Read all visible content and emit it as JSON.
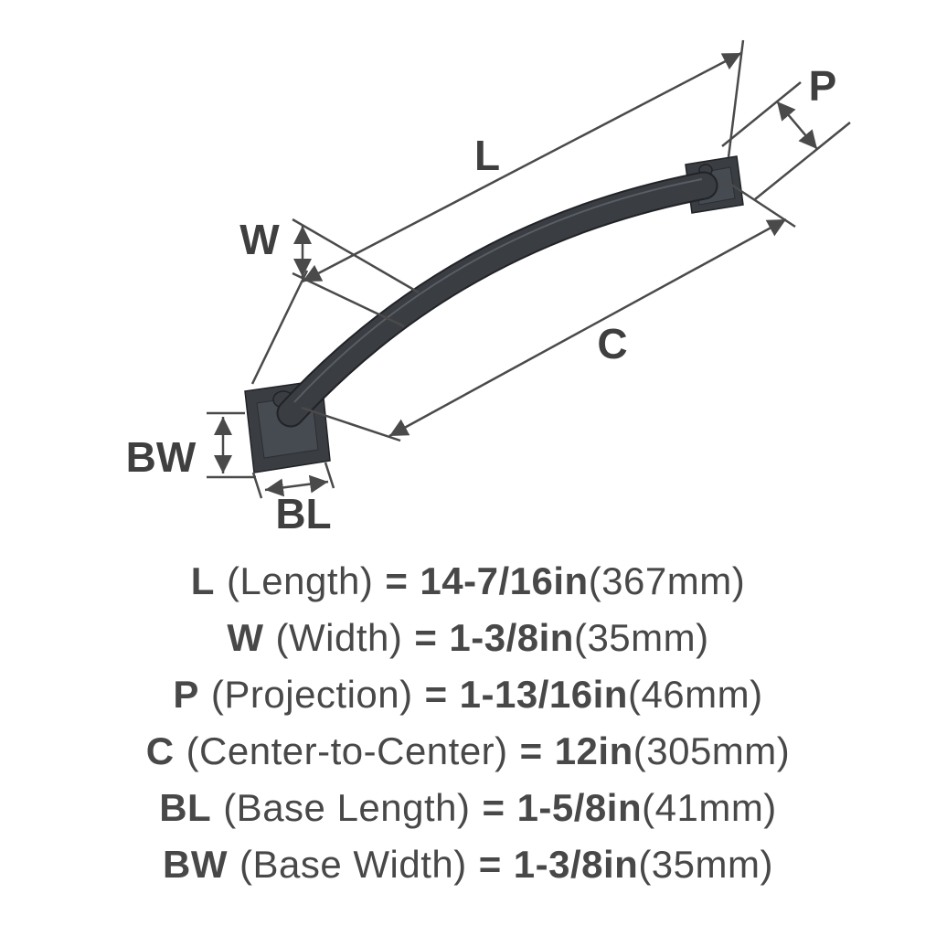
{
  "diagram": {
    "labels": {
      "length": "L",
      "projection": "P",
      "width": "W",
      "center_to_center": "C",
      "base_length": "BL",
      "base_width": "BW"
    },
    "colors": {
      "handle": "#3a3d42",
      "handle_highlight": "#5f636a",
      "dimension_lines": "#4a4a4a",
      "text": "#484848",
      "background": "#ffffff"
    }
  },
  "specs": [
    {
      "symbol": "L",
      "name": "(Length)",
      "equals": "=",
      "value": "14-7/16in",
      "metric": "(367mm)"
    },
    {
      "symbol": "W",
      "name": "(Width)",
      "equals": "=",
      "value": "1-3/8in",
      "metric": "(35mm)"
    },
    {
      "symbol": "P",
      "name": "(Projection)",
      "equals": "=",
      "value": "1-13/16in",
      "metric": "(46mm)"
    },
    {
      "symbol": "C",
      "name": "(Center-to-Center)",
      "equals": "=",
      "value": "12in",
      "metric": "(305mm)"
    },
    {
      "symbol": "BL",
      "name": "(Base Length)",
      "equals": "=",
      "value": "1-5/8in",
      "metric": "(41mm)"
    },
    {
      "symbol": "BW",
      "name": "(Base Width)",
      "equals": "=",
      "value": "1-3/8in",
      "metric": "(35mm)"
    }
  ]
}
